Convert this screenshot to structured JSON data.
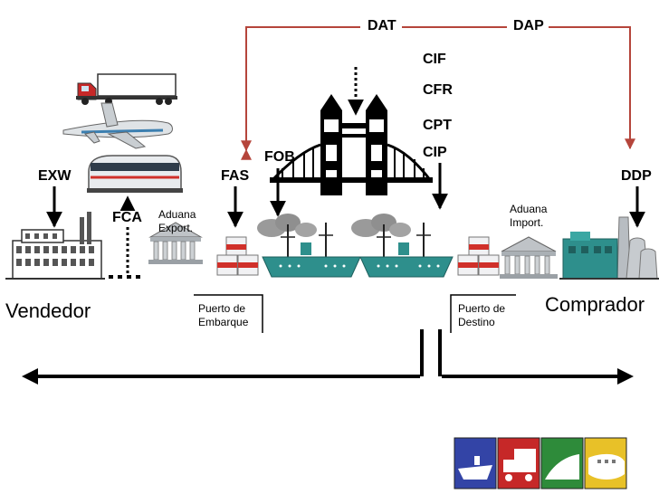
{
  "incoterms": {
    "exw": "EXW",
    "fca": "FCA",
    "fas": "FAS",
    "fob": "FOB",
    "dat": "DAT",
    "dap": "DAP",
    "cif": "CIF",
    "cfr": "CFR",
    "cpt": "CPT",
    "cip": "CIP",
    "ddp": "DDP"
  },
  "parties": {
    "seller": "Vendedor",
    "buyer": "Comprador"
  },
  "customs": {
    "export_line1": "Aduana",
    "export_line2": "Export.",
    "import_line1": "Aduana",
    "import_line2": "Import."
  },
  "ports": {
    "origin_line1": "Puerto de",
    "origin_line2": "Embarque",
    "destination_line1": "Puerto de",
    "destination_line2": "Destino"
  },
  "colors": {
    "dat_dap_bracket": "#b5453b",
    "ship_teal": "#2e8f8c",
    "crate_red": "#d0302a",
    "ship_tile": "#3344a6",
    "truck_tile": "#c62828",
    "train_tile": "#2e8b3a",
    "plane_tile": "#e8c128"
  },
  "icons": [
    "factory",
    "truck",
    "airplane",
    "train",
    "customs-building",
    "crates",
    "steam-ship",
    "tower-bridge",
    "power-plant",
    "transport-modes-logo"
  ]
}
